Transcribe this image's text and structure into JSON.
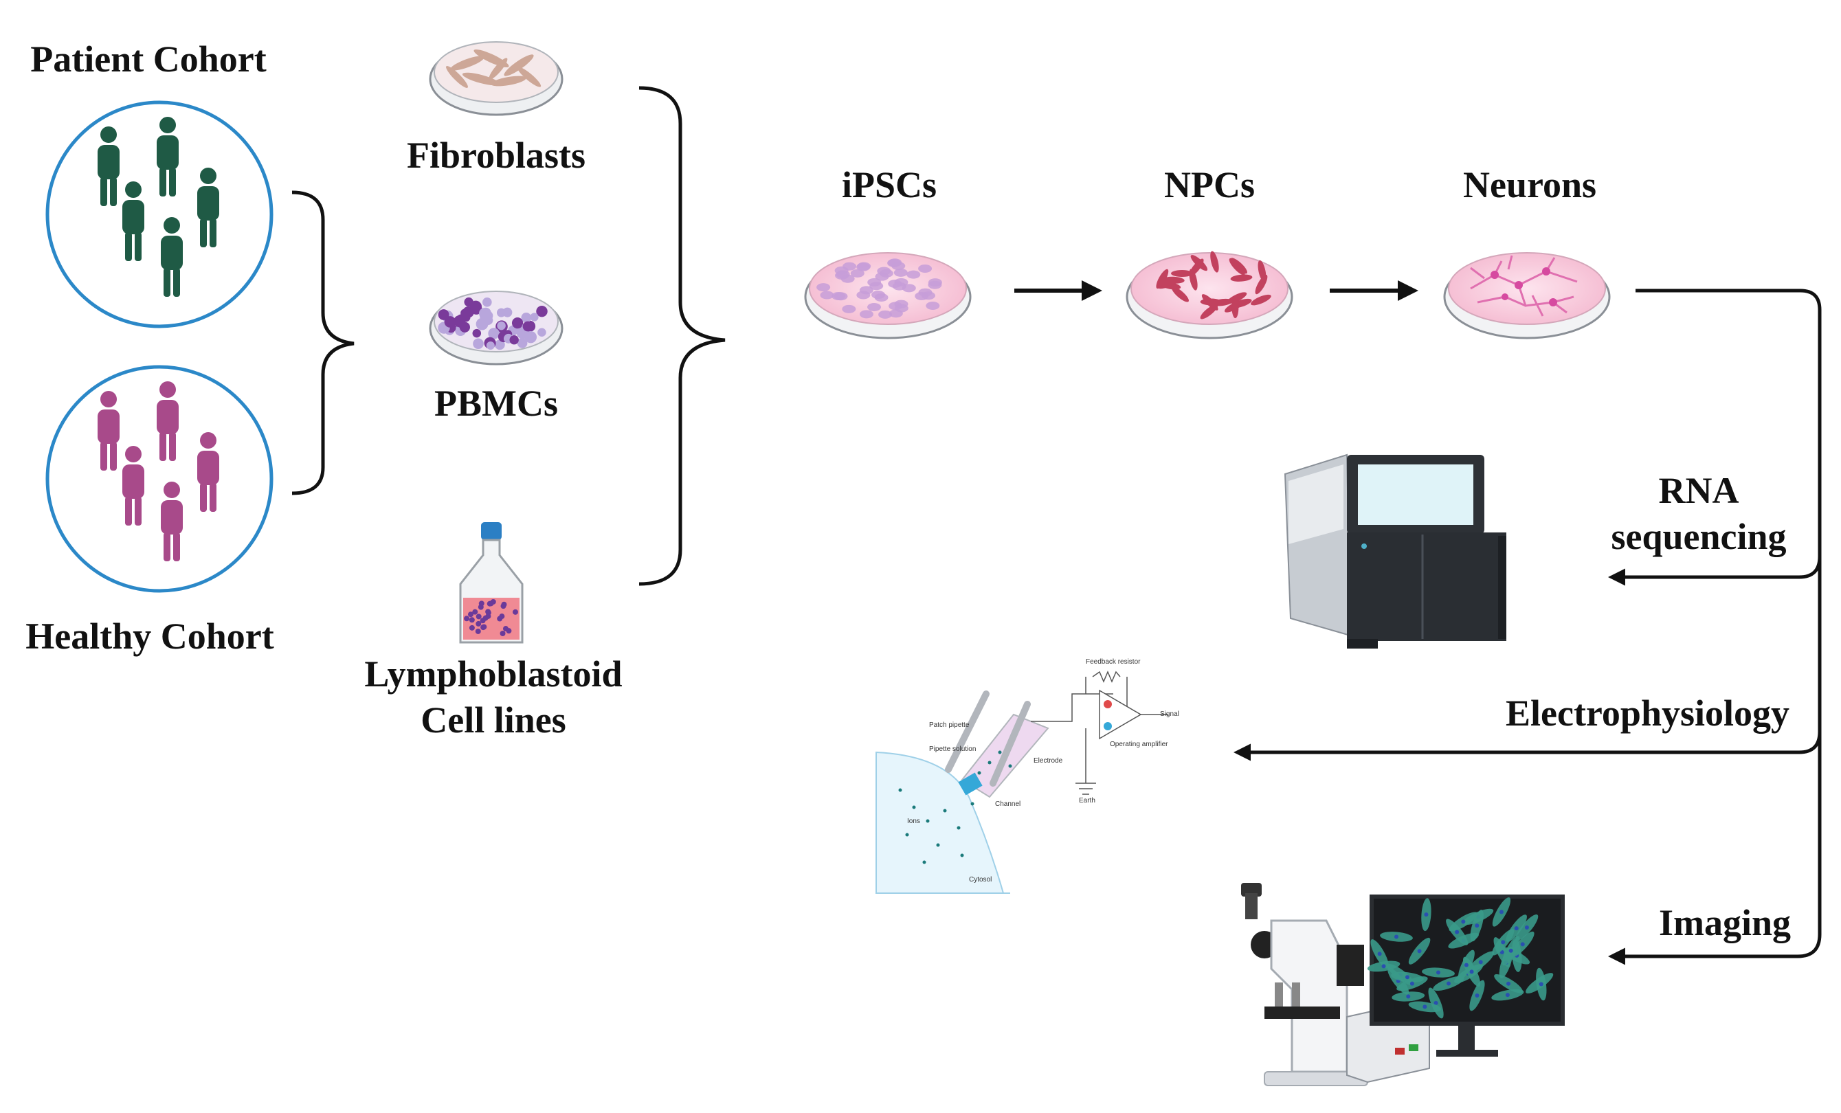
{
  "cohorts": {
    "patient": {
      "label": "Patient Cohort",
      "color": "#1f5a45"
    },
    "healthy": {
      "label": "Healthy Cohort",
      "color": "#a84a8a"
    },
    "ring_color": "#2b88c8"
  },
  "sources": {
    "fibroblasts": "Fibroblasts",
    "pbmcs": "PBMCs",
    "lcl_line1": "Lymphoblastoid",
    "lcl_line2": "Cell lines"
  },
  "stages": {
    "ipscs": "iPSCs",
    "npcs": "NPCs",
    "neurons": "Neurons"
  },
  "assays": {
    "rna_line1": "RNA",
    "rna_line2": "sequencing",
    "electrophysiology": "Electrophysiology",
    "imaging": "Imaging"
  },
  "patch_clamp": {
    "feedback_resistor": "Feedback resistor",
    "signal": "Signal",
    "patch_pipette": "Patch pipette",
    "pipette_solution": "Pipette solution",
    "electrode": "Electrode",
    "operating_amplifier": "Operating amplifier",
    "earth": "Earth",
    "channel": "Channel",
    "ions": "Ions",
    "cytosol": "Cytosol"
  },
  "colors": {
    "dish_pink": "#f7c8d8",
    "npc_cells": "#c2415e",
    "neuron_lines": "#e070b0",
    "ipsc_cells": "#c79ed8",
    "screen_cells": "#3a9a8a"
  }
}
